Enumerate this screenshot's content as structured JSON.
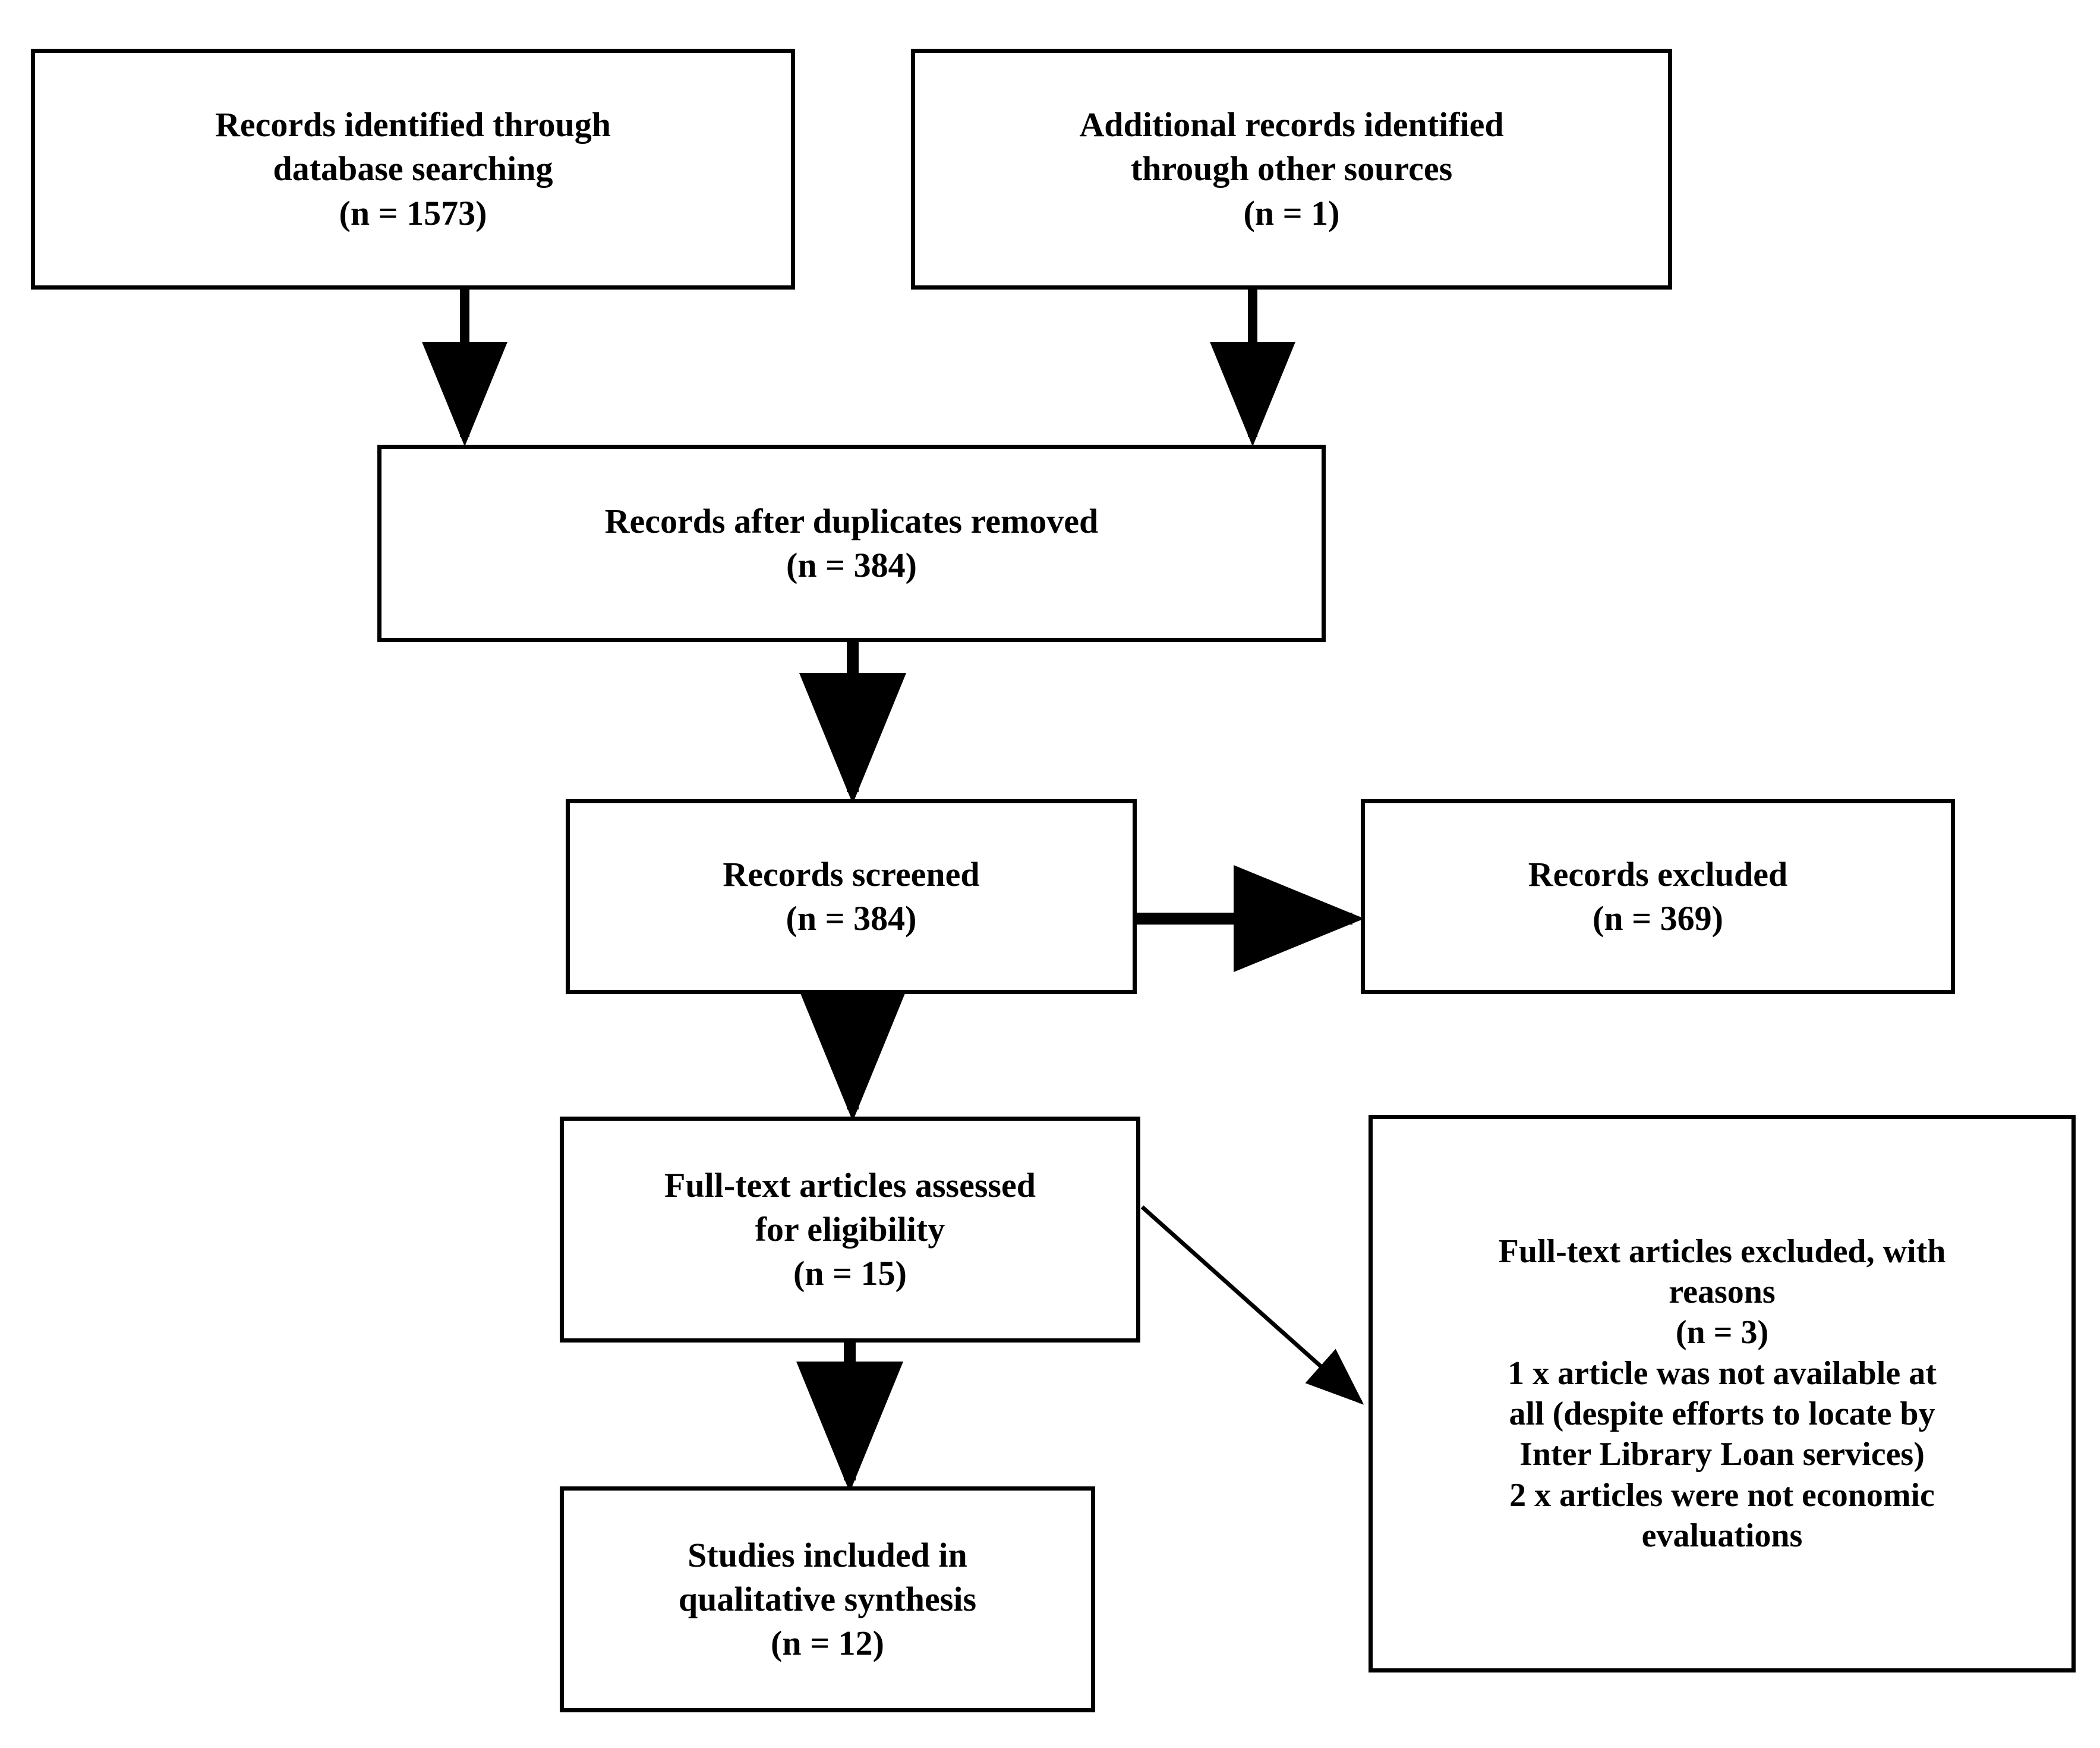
{
  "diagram": {
    "title": "PRISMA study selection flow diagram",
    "stroke_color": "#000000",
    "background_color": "#ffffff"
  },
  "nodes": {
    "db_search": {
      "name": "records-identified-database-searching",
      "lines": [
        "Records identified through",
        "database searching",
        "(n = 1573)"
      ],
      "count_label": "(n = 1573)",
      "count": 1573
    },
    "other_sources": {
      "name": "additional-records-other-sources",
      "lines": [
        "Additional records identified",
        "through other sources",
        "(n = 1)"
      ],
      "count_label": "(n = 1)",
      "count": 1
    },
    "duplicates_removed": {
      "name": "records-after-duplicates-removed",
      "lines": [
        "Records after duplicates removed",
        "(n = 384)"
      ],
      "count_label": "(n = 384)",
      "count": 384
    },
    "screened": {
      "name": "records-screened",
      "lines": [
        "Records screened",
        "(n = 384)"
      ],
      "count_label": "(n = 384)",
      "count": 384
    },
    "excluded": {
      "name": "records-excluded",
      "lines": [
        "Records excluded",
        "(n = 369)"
      ],
      "count_label": "(n = 369)",
      "count": 369
    },
    "fulltext_assessed": {
      "name": "full-text-articles-assessed-for-eligibility",
      "lines": [
        "Full-text articles assessed",
        "for eligibility",
        "(n = 15)"
      ],
      "count_label": "(n = 15)",
      "count": 15
    },
    "fulltext_excluded": {
      "name": "full-text-articles-excluded-with-reasons",
      "lines": [
        "Full-text articles excluded, with",
        "reasons",
        "(n = 3)",
        "1 x article was not available at",
        "all (despite efforts to locate by",
        "Inter Library Loan services)",
        "2 x articles were not economic",
        "evaluations"
      ],
      "count_label": "(n = 3)",
      "count": 3,
      "reasons": [
        "1 x article was not available at all (despite efforts to locate by Inter Library Loan services)",
        "2 x articles were not economic evaluations"
      ]
    },
    "included": {
      "name": "studies-included-in-qualitative-synthesis",
      "lines": [
        "Studies included in",
        "qualitative synthesis",
        "(n = 12)"
      ],
      "count_label": "(n = 12)",
      "count": 12
    }
  },
  "edges": [
    {
      "from": "db_search",
      "to": "duplicates_removed",
      "style": "solid-arrow",
      "direction": "down"
    },
    {
      "from": "other_sources",
      "to": "duplicates_removed",
      "style": "solid-arrow",
      "direction": "down"
    },
    {
      "from": "duplicates_removed",
      "to": "screened",
      "style": "solid-arrow",
      "direction": "down"
    },
    {
      "from": "screened",
      "to": "excluded",
      "style": "solid-arrow",
      "direction": "right"
    },
    {
      "from": "screened",
      "to": "fulltext_assessed",
      "style": "solid-arrow",
      "direction": "down"
    },
    {
      "from": "fulltext_assessed",
      "to": "fulltext_excluded",
      "style": "thin-arrow",
      "direction": "diagonal-down-right"
    },
    {
      "from": "fulltext_assessed",
      "to": "included",
      "style": "solid-arrow",
      "direction": "down"
    }
  ]
}
